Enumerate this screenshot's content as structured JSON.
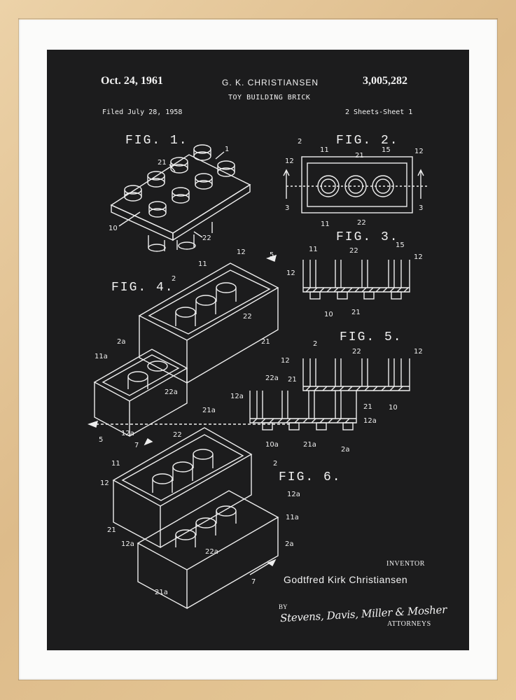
{
  "patent": {
    "date": "Oct. 24, 1961",
    "inventor_short": "G. K. CHRISTIANSEN",
    "number": "3,005,282",
    "title": "TOY BUILDING BRICK",
    "filed": "Filed July 28, 1958",
    "sheets": "2 Sheets-Sheet 1"
  },
  "figures": {
    "fig1": "FIG. 1.",
    "fig2": "FIG. 2.",
    "fig3": "FIG. 3.",
    "fig4": "FIG. 4.",
    "fig5": "FIG. 5.",
    "fig6": "FIG. 6."
  },
  "inventor": {
    "label": "INVENTOR",
    "name": "Godtfred Kirk Christiansen"
  },
  "attorneys": {
    "by": "BY",
    "signature": "Stevens, Davis, Miller & Mosher",
    "label": "ATTORNEYS"
  },
  "colors": {
    "frame": "#e4c79c",
    "mat": "#fbfbfa",
    "print_background": "#1c1c1d",
    "line_art": "#eeeeee"
  }
}
